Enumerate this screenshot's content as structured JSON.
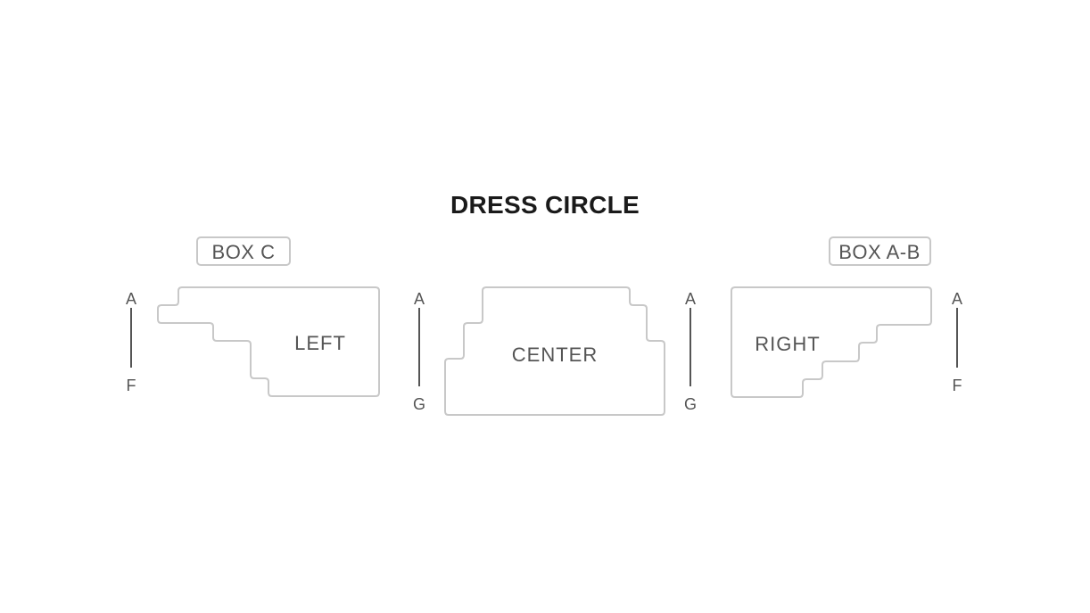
{
  "title": "DRESS CIRCLE",
  "colors": {
    "title": "#1a1a1a",
    "outline": "#c8c8c8",
    "label": "#555555"
  },
  "boxes": [
    {
      "id": "box-c",
      "label": "BOX C"
    },
    {
      "id": "box-a-b",
      "label": "BOX A-B"
    }
  ],
  "sections": [
    {
      "id": "left",
      "label": "LEFT"
    },
    {
      "id": "center",
      "label": "CENTER"
    },
    {
      "id": "right",
      "label": "RIGHT"
    }
  ],
  "row_indicators": [
    {
      "position": "left-of-left",
      "from": "A",
      "to": "F"
    },
    {
      "position": "left-of-center",
      "from": "A",
      "to": "G"
    },
    {
      "position": "right-of-center",
      "from": "A",
      "to": "G"
    },
    {
      "position": "right-of-right",
      "from": "A",
      "to": "F"
    }
  ]
}
